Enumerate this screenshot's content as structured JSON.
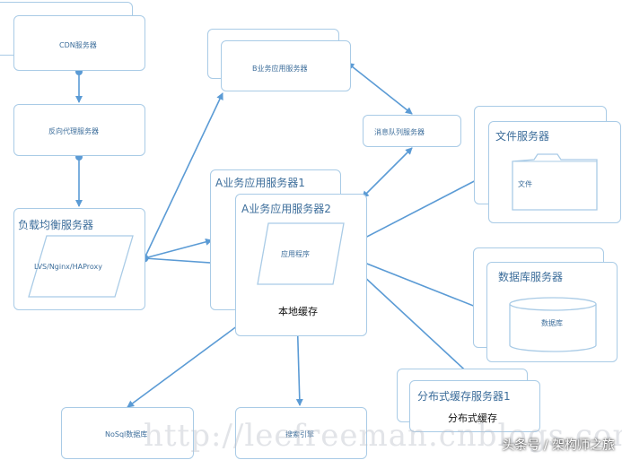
{
  "nodes": {
    "cdn": "CDN服务器",
    "reverse_proxy": "反向代理服务器",
    "load_balancer": "负载均衡服务器",
    "lb_software": "LVS/Nginx/HAProxy",
    "b_app_server": "B业务应用服务器",
    "mq_server": "消息队列服务器",
    "a_app_server_1": "A业务应用服务器1",
    "a_app_server_2": "A业务应用服务器2",
    "application": "应用程序",
    "local_cache": "本地缓存",
    "file_server": "文件服务器",
    "file": "文件",
    "db_server": "数据库服务器",
    "database": "数据库",
    "dist_cache_server_1": "分布式缓存服务器1",
    "dist_cache": "分布式缓存",
    "nosql": "NoSql数据库",
    "search": "搜索引擎"
  },
  "watermark": "http://leefreeman.cnblogs.com",
  "credit": "头条号 / 架构师之旅",
  "colors": {
    "line": "#5b9bd5",
    "border": "#a9cbe6",
    "text": "#3d6e9b"
  }
}
